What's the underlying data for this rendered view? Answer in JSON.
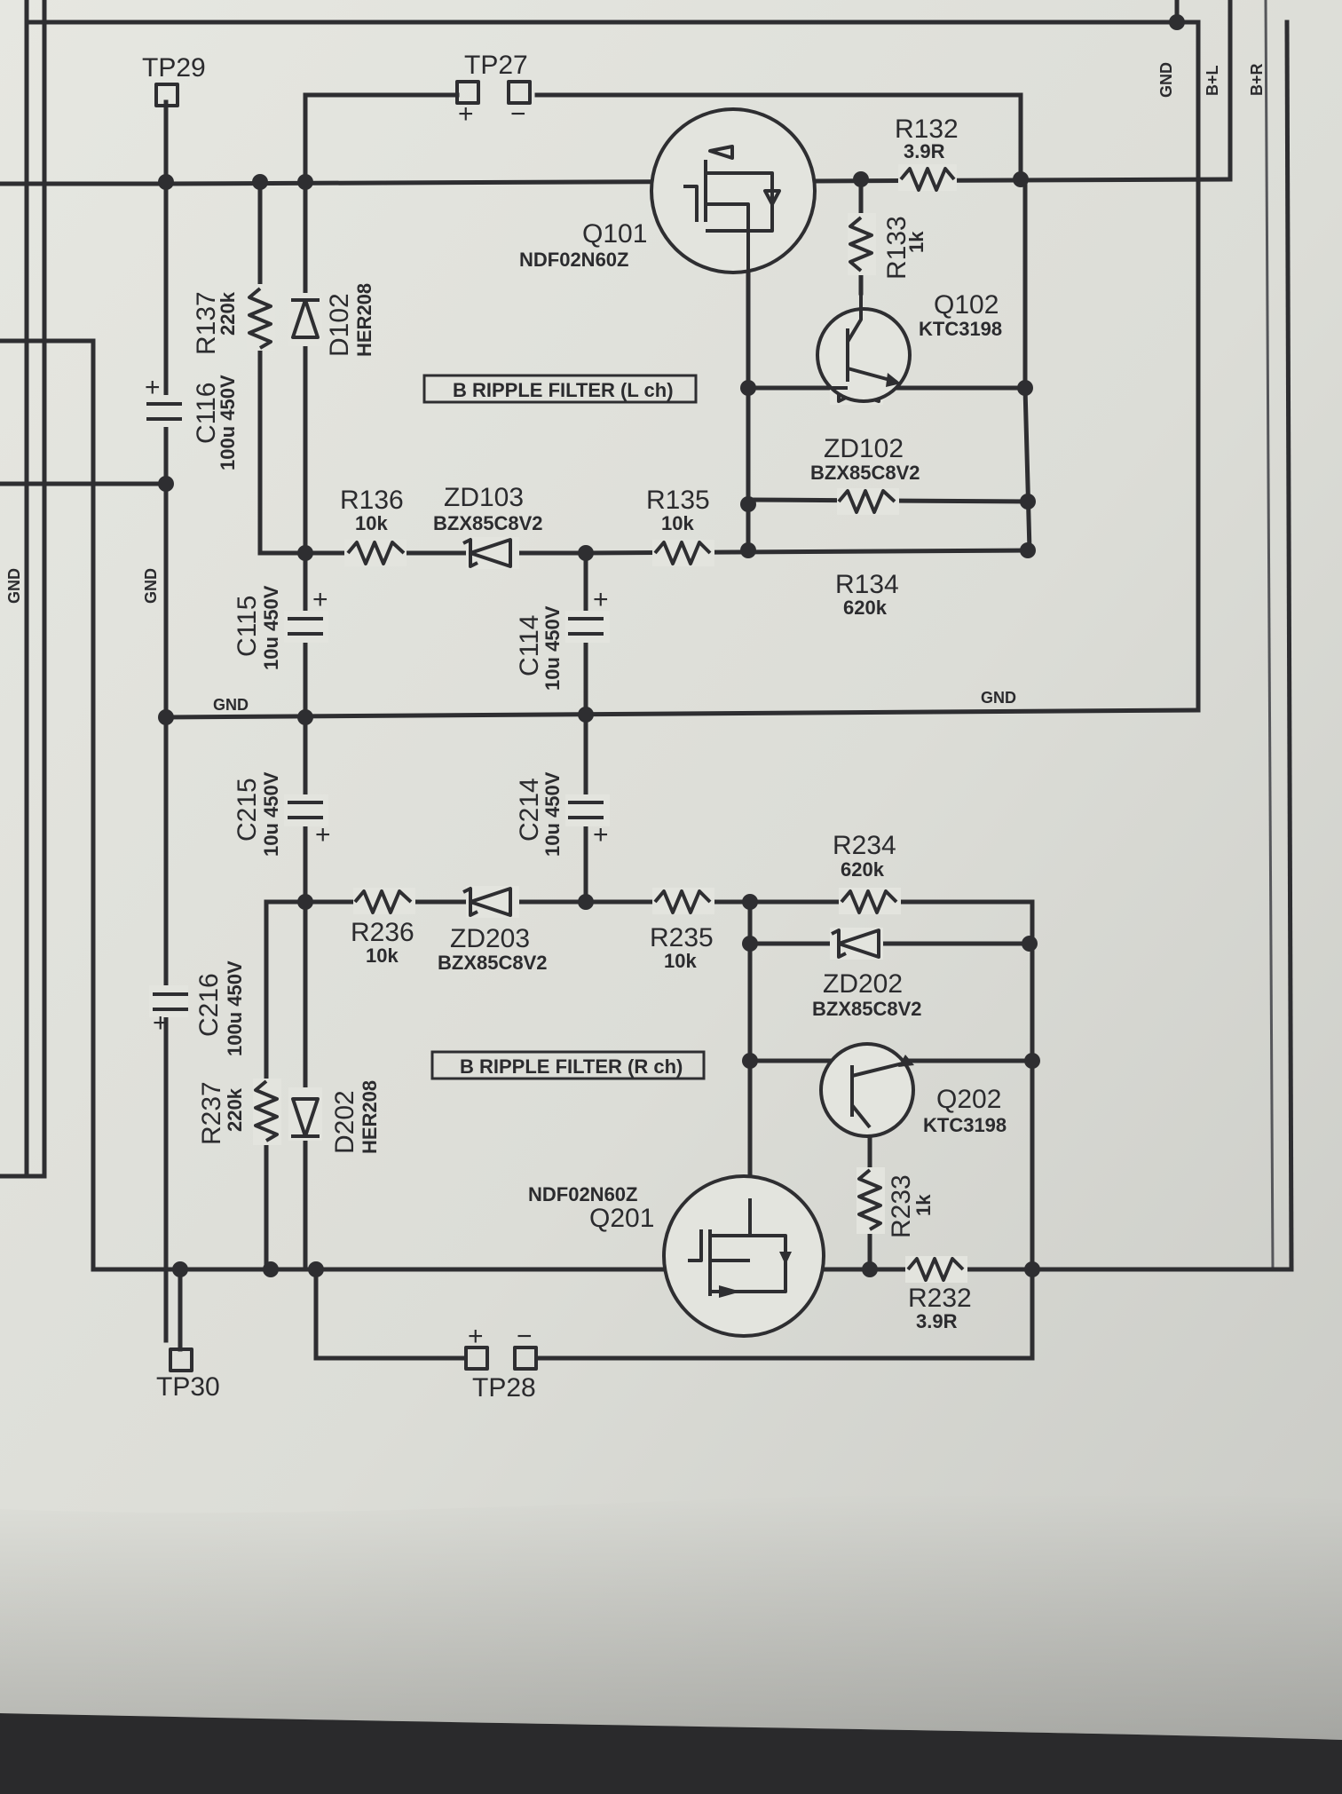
{
  "testpoints": {
    "tp29": "TP29",
    "tp27": "TP27",
    "tp28": "TP28",
    "tp30": "TP30",
    "plus": "+",
    "minus": "−"
  },
  "rails": {
    "gnd": "GND",
    "bl": "B+L",
    "br": "B+R"
  },
  "filters": {
    "l_title": "B RIPPLE FILTER (L ch)",
    "r_title": "B RIPPLE FILTER (R ch)"
  },
  "parts": {
    "r132": {
      "ref": "R132",
      "val": "3.9R"
    },
    "r133": {
      "ref": "R133",
      "val": "1k"
    },
    "q101": {
      "ref": "Q101",
      "val": "NDF02N60Z"
    },
    "q102": {
      "ref": "Q102",
      "val": "KTC3198"
    },
    "r137": {
      "ref": "R137",
      "val": "220k"
    },
    "d102": {
      "ref": "D102",
      "val": "HER208"
    },
    "c116": {
      "ref": "C116",
      "val": "100u 450V"
    },
    "zd102": {
      "ref": "ZD102",
      "val": "BZX85C8V2"
    },
    "r136": {
      "ref": "R136",
      "val": "10k"
    },
    "zd103": {
      "ref": "ZD103",
      "val": "BZX85C8V2"
    },
    "r135": {
      "ref": "R135",
      "val": "10k"
    },
    "r134": {
      "ref": "R134",
      "val": "620k"
    },
    "c115": {
      "ref": "C115",
      "val": "10u 450V"
    },
    "c114": {
      "ref": "C114",
      "val": "10u 450V"
    },
    "c215": {
      "ref": "C215",
      "val": "10u 450V"
    },
    "c214": {
      "ref": "C214",
      "val": "10u 450V"
    },
    "r234": {
      "ref": "R234",
      "val": "620k"
    },
    "r236": {
      "ref": "R236",
      "val": "10k"
    },
    "zd203": {
      "ref": "ZD203",
      "val": "BZX85C8V2"
    },
    "r235": {
      "ref": "R235",
      "val": "10k"
    },
    "zd202": {
      "ref": "ZD202",
      "val": "BZX85C8V2"
    },
    "c216": {
      "ref": "C216",
      "val": "100u 450V"
    },
    "q202": {
      "ref": "Q202",
      "val": "KTC3198"
    },
    "r237": {
      "ref": "R237",
      "val": "220k"
    },
    "d202": {
      "ref": "D202",
      "val": "HER208"
    },
    "q201": {
      "ref": "Q201",
      "val": "NDF02N60Z"
    },
    "r233": {
      "ref": "R233",
      "val": "1k"
    },
    "r232": {
      "ref": "R232",
      "val": "3.9R"
    }
  }
}
